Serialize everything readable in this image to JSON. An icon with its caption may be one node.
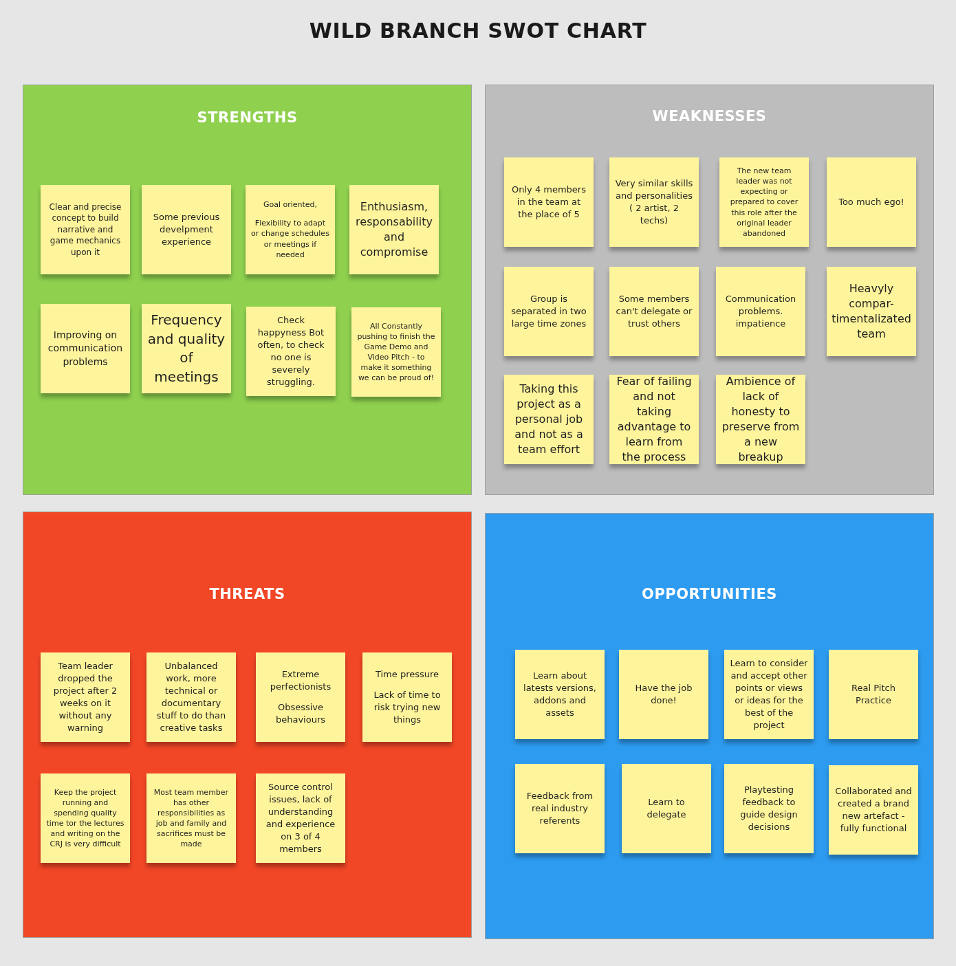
{
  "diagram": {
    "title": "WILD BRANCH SWOT CHART",
    "nodes": [
      {
        "text": [
          "STRENGTHS"
        ]
      },
      {
        "text": [
          "Clear and precise concept to build narrative and game mechanics upon it"
        ],
        "in": 0
      },
      {
        "text": [
          "Some previous develpment experience"
        ],
        "in": 0
      },
      {
        "text": [
          "Goal oriented,",
          "Flexibility to adapt or change schedules or meetings if needed"
        ],
        "in": 0
      },
      {
        "text": [
          "Enthusiasm, responsability and compromise"
        ],
        "in": 0
      },
      {
        "text": [
          "Improving on communication problems"
        ],
        "in": 0
      },
      {
        "text": [
          "Frequency and quality of meetings"
        ],
        "in": 0
      },
      {
        "text": [
          "Check happyness Bot often, to check no one is severely struggling."
        ],
        "in": 0
      },
      {
        "text": [
          "All Constantly pushing to finish the Game Demo and Video Pitch - to make it something we can be proud of!"
        ],
        "in": 0
      },
      {
        "text": [
          "WEAKNESSES"
        ]
      },
      {
        "text": [
          "Only 4 members in the team at the place of 5"
        ],
        "in": 9
      },
      {
        "text": [
          "Very similar skills and personalities ( 2 artist, 2 techs)"
        ],
        "in": 9
      },
      {
        "text": [
          "The new team leader was not expecting  or prepared to cover this role after the original leader abandoned"
        ],
        "in": 9
      },
      {
        "text": [
          "Too much ego!"
        ],
        "in": 9
      },
      {
        "text": [
          "Group is separated in two large time zones"
        ],
        "in": 9
      },
      {
        "text": [
          "Some members can't delegate or trust  others"
        ],
        "in": 9
      },
      {
        "text": [
          "Communication problems. impatience"
        ],
        "in": 9
      },
      {
        "text": [
          "Heavyly compar- timentalizated team"
        ],
        "in": 9
      },
      {
        "text": [
          "Taking this project as a personal job and not as a team effort"
        ],
        "in": 9
      },
      {
        "text": [
          "Fear of failing and not taking advantage to learn from the process"
        ],
        "in": 9
      },
      {
        "text": [
          "Ambience of lack of honesty to preserve from a new breakup"
        ],
        "in": 9
      },
      {
        "text": [
          "THREATS"
        ]
      },
      {
        "text": [
          "Team leader dropped the project after 2 weeks on it without any warning"
        ],
        "in": 21
      },
      {
        "text": [
          "Unbalanced work, more technical or documentary stuff to do than creative tasks"
        ],
        "in": 21
      },
      {
        "text": [
          "Extreme perfectionists",
          "Obsessive behaviours"
        ],
        "in": 21
      },
      {
        "text": [
          "Time pressure",
          "Lack of time to risk trying new things"
        ],
        "in": 21
      },
      {
        "text": [
          "Keep the project running and spending quality time tor the lectures and writing on the CRJ is very difficult"
        ],
        "in": 21
      },
      {
        "text": [
          "Most team member has other responsibilities as job and family and sacrifices must be made"
        ],
        "in": 21
      },
      {
        "text": [
          "Source control issues, lack of understanding and experience on 3 of 4 members"
        ],
        "in": 21
      },
      {
        "text": [
          "OPPORTUNITIES"
        ]
      },
      {
        "text": [
          "Learn about latests versions, addons and assets"
        ],
        "in": 29
      },
      {
        "text": [
          "Have the job done!"
        ],
        "in": 29
      },
      {
        "text": [
          "Learn to consider and accept other points or views or ideas for the best of the project"
        ],
        "in": 29
      },
      {
        "text": [
          "Real Pitch Practice"
        ],
        "in": 29
      },
      {
        "text": [
          "Feedback from real industry referents"
        ],
        "in": 29
      },
      {
        "text": [
          "Learn to delegate"
        ],
        "in": 29
      },
      {
        "text": [
          "Playtesting feedback to guide design decisions"
        ],
        "in": 29
      },
      {
        "text": [
          "Collaborated and created a brand new artefact - fully functional"
        ],
        "in": 29
      }
    ]
  }
}
